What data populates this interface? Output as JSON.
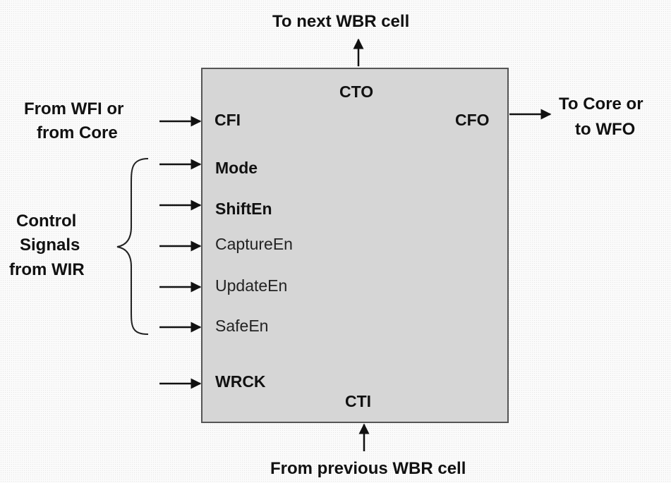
{
  "external": {
    "top": "To next WBR cell",
    "bottom": "From previous WBR cell",
    "left_line1": "From WFI or",
    "left_line2": "from Core",
    "right_line1": "To Core or",
    "right_line2": "to WFO",
    "control_line1": "Control",
    "control_line2": "Signals",
    "control_line3": "from WIR"
  },
  "pins": {
    "cto": "CTO",
    "cti": "CTI",
    "cfi": "CFI",
    "cfo": "CFO",
    "mode": "Mode",
    "shiften": "ShiftEn",
    "captureen": "CaptureEn",
    "updateen": "UpdateEn",
    "safeen": "SafeEn",
    "wrck": "WRCK"
  },
  "colors": {
    "box_fill": "#d6d6d6",
    "box_border": "#555555",
    "wire": "#111111"
  }
}
